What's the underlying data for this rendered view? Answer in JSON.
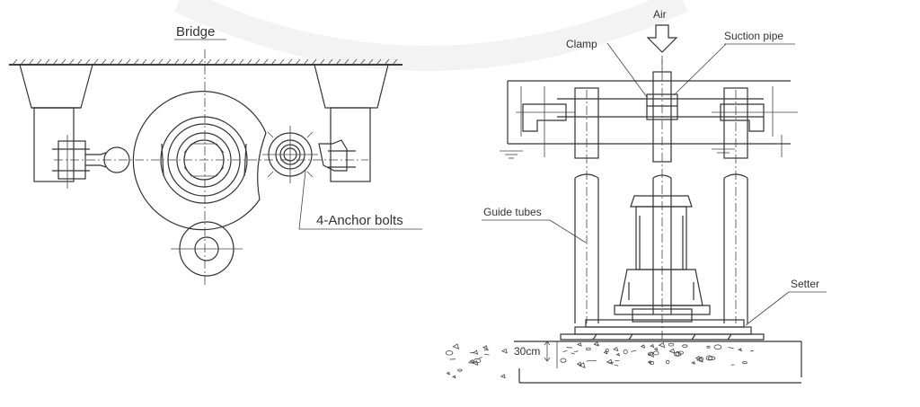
{
  "labels": {
    "bridge": "Bridge",
    "anchor_bolts": "4-Anchor bolts",
    "air": "Air",
    "clamp": "Clamp",
    "suction_pipe": "Suction pipe",
    "guide_tubes": "Guide tubes",
    "setter": "Setter",
    "clearance": "30cm"
  },
  "colors": {
    "line": "#333333",
    "background": "#ffffff",
    "watermark": "#f3f3f3"
  }
}
